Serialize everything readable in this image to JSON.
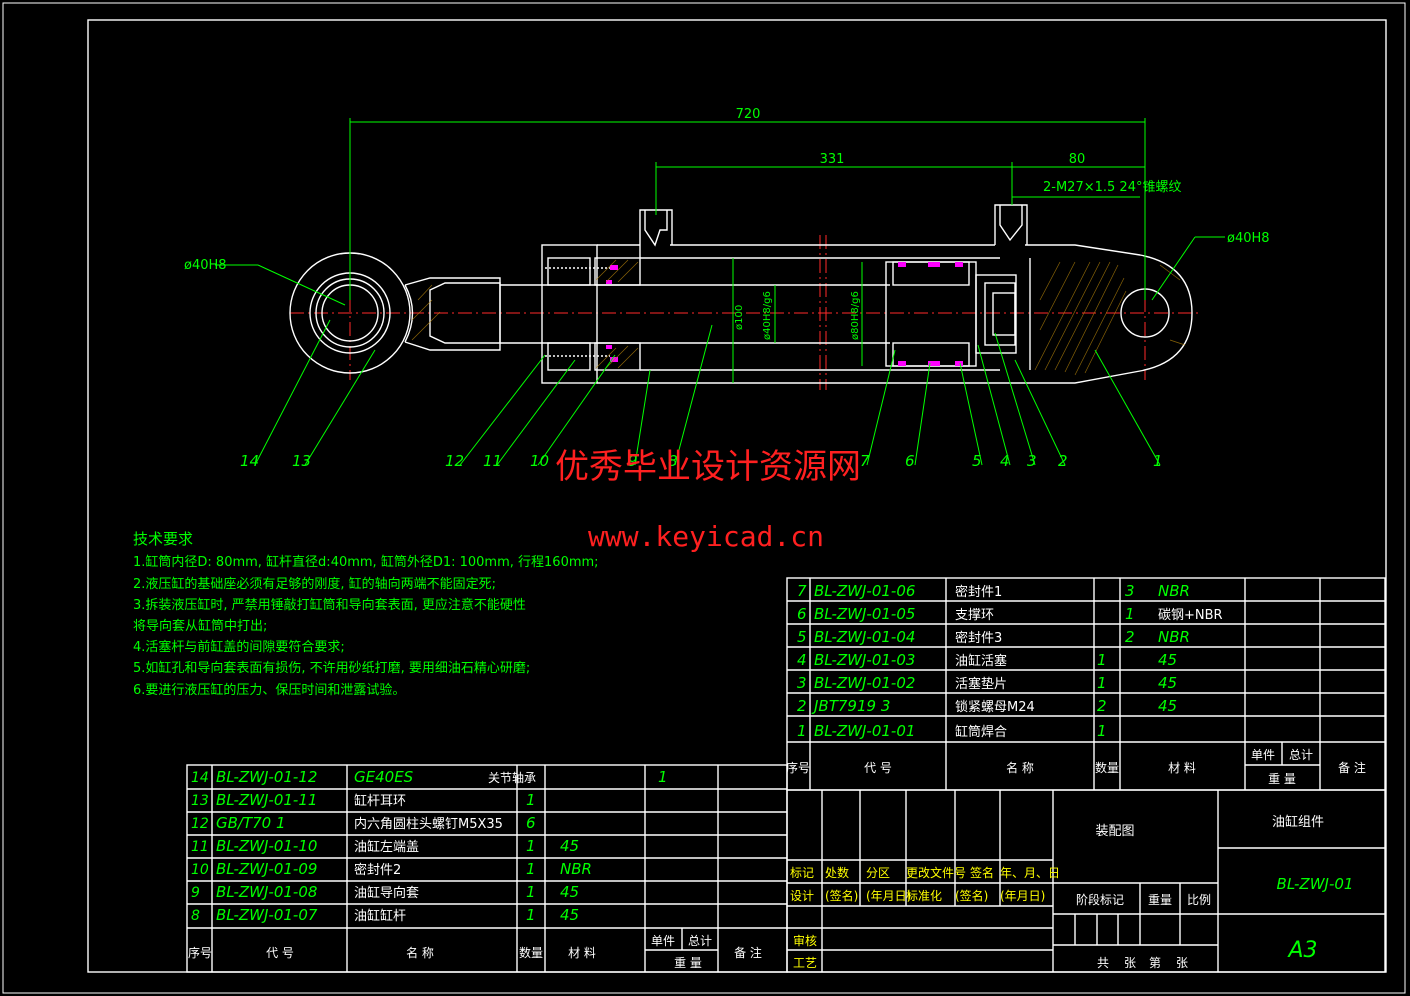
{
  "dimensions": {
    "total_length": "720",
    "port_spacing": "331",
    "right_offset": "80",
    "thread": "2-M27×1.5 24°锥螺纹",
    "bore_left": "ø40H8",
    "bore_right": "ø40H8",
    "dia_outer": "ø100",
    "dia_rod": "ø40H8/g6",
    "dia_bore": "ø80H8/g6"
  },
  "balloons": [
    "14",
    "13",
    "12",
    "11",
    "10",
    "9",
    "8",
    "7",
    "6",
    "5",
    "4",
    "3",
    "2",
    "1"
  ],
  "watermark": {
    "title": "优秀毕业设计资源网",
    "url": "www.keyicad.cn"
  },
  "tech": {
    "heading": "技术要求",
    "lines": [
      "1.缸筒内径D: 80mm, 缸杆直径d:40mm, 缸筒外径D1: 100mm, 行程160mm;",
      "2.液压缸的基础座必须有足够的刚度, 缸的轴向两端不能固定死;",
      "3.拆装液压缸时, 严禁用锤敲打缸筒和导向套表面, 更应注意不能硬性",
      "将导向套从缸筒中打出;",
      "4.活塞杆与前缸盖的间隙要符合要求;",
      "5.如缸孔和导向套表面有损伤, 不许用砂纸打磨, 要用细油石精心研磨;",
      "6.要进行液压缸的压力、保压时间和泄露试验。"
    ]
  },
  "bom_right": [
    {
      "no": "7",
      "code": "BL-ZWJ-01-06",
      "name": "密封件1",
      "qty": "3",
      "mat": "NBR"
    },
    {
      "no": "6",
      "code": "BL-ZWJ-01-05",
      "name": "支撑环",
      "qty": "1",
      "mat": "碳钢+NBR"
    },
    {
      "no": "5",
      "code": "BL-ZWJ-01-04",
      "name": "密封件3",
      "qty": "2",
      "mat": "NBR"
    },
    {
      "no": "4",
      "code": "BL-ZWJ-01-03",
      "name": "油缸活塞",
      "qty": "1",
      "mat": "45"
    },
    {
      "no": "3",
      "code": "BL-ZWJ-01-02",
      "name": "活塞垫片",
      "qty": "1",
      "mat": "45"
    },
    {
      "no": "2",
      "code": "JBT7919 3",
      "name": "锁紧螺母M24",
      "qty": "2",
      "mat": "45"
    },
    {
      "no": "1",
      "code": "BL-ZWJ-01-01",
      "name": "缸筒焊合",
      "qty": "1",
      "mat": ""
    }
  ],
  "bom_left": [
    {
      "no": "14",
      "code": "BL-ZWJ-01-12",
      "name": "GE40ES",
      "name2": "关节轴承",
      "qty": "1",
      "mat": ""
    },
    {
      "no": "13",
      "code": "BL-ZWJ-01-11",
      "name": "缸杆耳环",
      "name2": "",
      "qty": "1",
      "mat": ""
    },
    {
      "no": "12",
      "code": "GB/T70 1",
      "name": "内六角圆柱头螺钉M5X35",
      "name2": "",
      "qty": "6",
      "mat": ""
    },
    {
      "no": "11",
      "code": "BL-ZWJ-01-10",
      "name": "油缸左端盖",
      "name2": "",
      "qty": "1",
      "mat": "45"
    },
    {
      "no": "10",
      "code": "BL-ZWJ-01-09",
      "name": "密封件2",
      "name2": "",
      "qty": "1",
      "mat": "NBR"
    },
    {
      "no": "9",
      "code": "BL-ZWJ-01-08",
      "name": "油缸导向套",
      "name2": "",
      "qty": "1",
      "mat": "45"
    },
    {
      "no": "8",
      "code": "BL-ZWJ-01-07",
      "name": "油缸缸杆",
      "name2": "",
      "qty": "1",
      "mat": "45"
    }
  ],
  "bom_header": {
    "no": "序号",
    "code": "代 号",
    "name": "名 称",
    "qty": "数量",
    "mat": "材 料",
    "unit": "单件",
    "total": "总计",
    "weight": "重 量",
    "remark": "备 注"
  },
  "title_block": {
    "drawing_type": "装配图",
    "part_name": "油缸组件",
    "drawing_no": "BL-ZWJ-01",
    "size": "A3",
    "rev_row": [
      "标记",
      "处数",
      "分区",
      "更改文件号",
      "签名",
      "年、月、日"
    ],
    "design_row": [
      "设计",
      "(签名)",
      "(年月日)",
      "标准化",
      "(签名)",
      "(年月日)"
    ],
    "stage": "阶段标记",
    "weight": "重量",
    "scale": "比例",
    "review": "审核",
    "process": "工艺",
    "sheets": [
      "共",
      "张",
      "第",
      "张"
    ]
  }
}
